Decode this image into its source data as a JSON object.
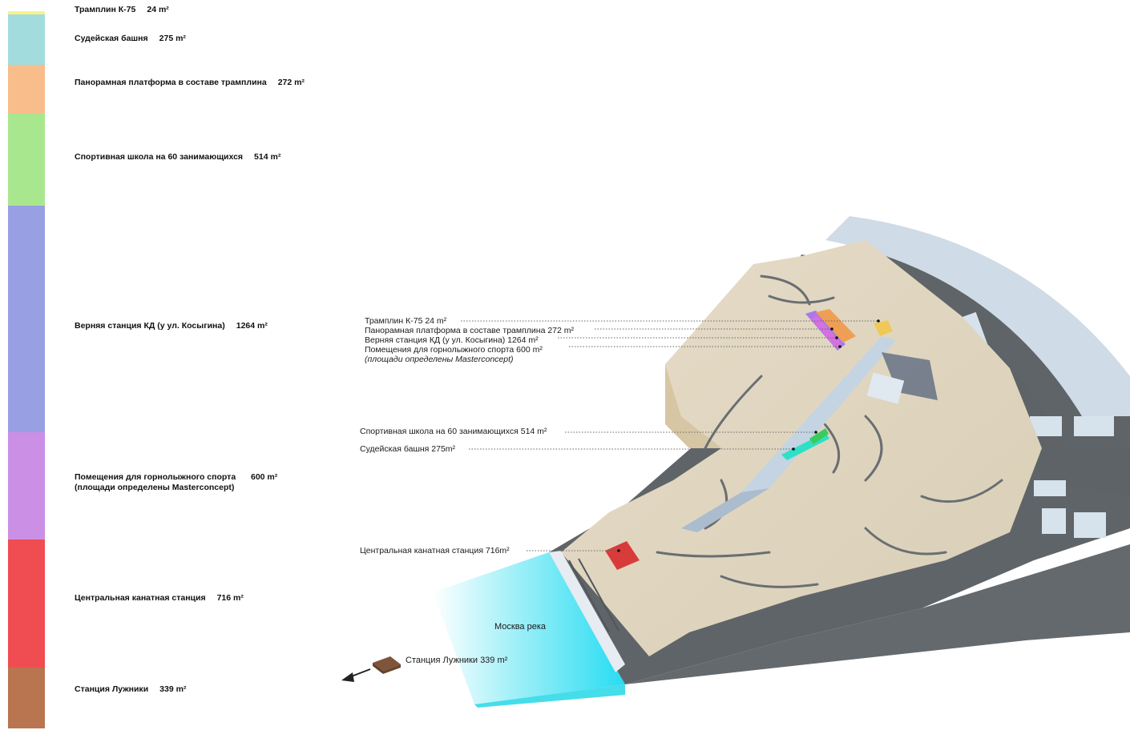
{
  "legend": [
    {
      "name": "Трамплин К-75",
      "area": "24 m²",
      "color": "#f7f38a",
      "share": 0.005
    },
    {
      "name": "Судейская башня",
      "area": "275 m²",
      "color": "#a3dcdc",
      "share": 0.07
    },
    {
      "name": "Панорамная платформа в составе трамплина",
      "area": "272 m²",
      "color": "#f8bd8a",
      "share": 0.068
    },
    {
      "name": "Спортивная школа на 60 занимающихся",
      "area": "514 m²",
      "color": "#a9e78e",
      "share": 0.128
    },
    {
      "name": "Верняя станция КД (у ул. Косыгина)",
      "area": "1264 m²",
      "color": "#989fe2",
      "share": 0.316
    },
    {
      "name": "Помещения для горнолыжного спорта\n(площади определены Masterconcept)",
      "area": "600 m²",
      "color": "#cb8fe6",
      "share": 0.15
    },
    {
      "name": "Центральная канатная станция",
      "area": "716 m²",
      "color": "#ef4d52",
      "share": 0.178
    },
    {
      "name": "Станция Лужники",
      "area": "339 m²",
      "color": "#b8754f",
      "share": 0.085
    }
  ],
  "callouts": {
    "top": [
      {
        "text": "Трамплин К-75   24 m²"
      },
      {
        "text": "Панорамная платформа в составе трамплина  272  m²"
      },
      {
        "text": "Верняя станция КД (у ул. Косыгина)  1264 m²"
      },
      {
        "text": "Помещения для горнолыжного спорта    600 m²"
      },
      {
        "text": "(площади определены Masterconcept)"
      }
    ],
    "school": "Спортивная школа на 60 занимающихся  514 m²",
    "tower": "Судейская башня   275m²",
    "central": "Центральная канатная станция  716m²",
    "luzhniki": "Станция Лужники  339 m²",
    "river": "Москва река"
  }
}
